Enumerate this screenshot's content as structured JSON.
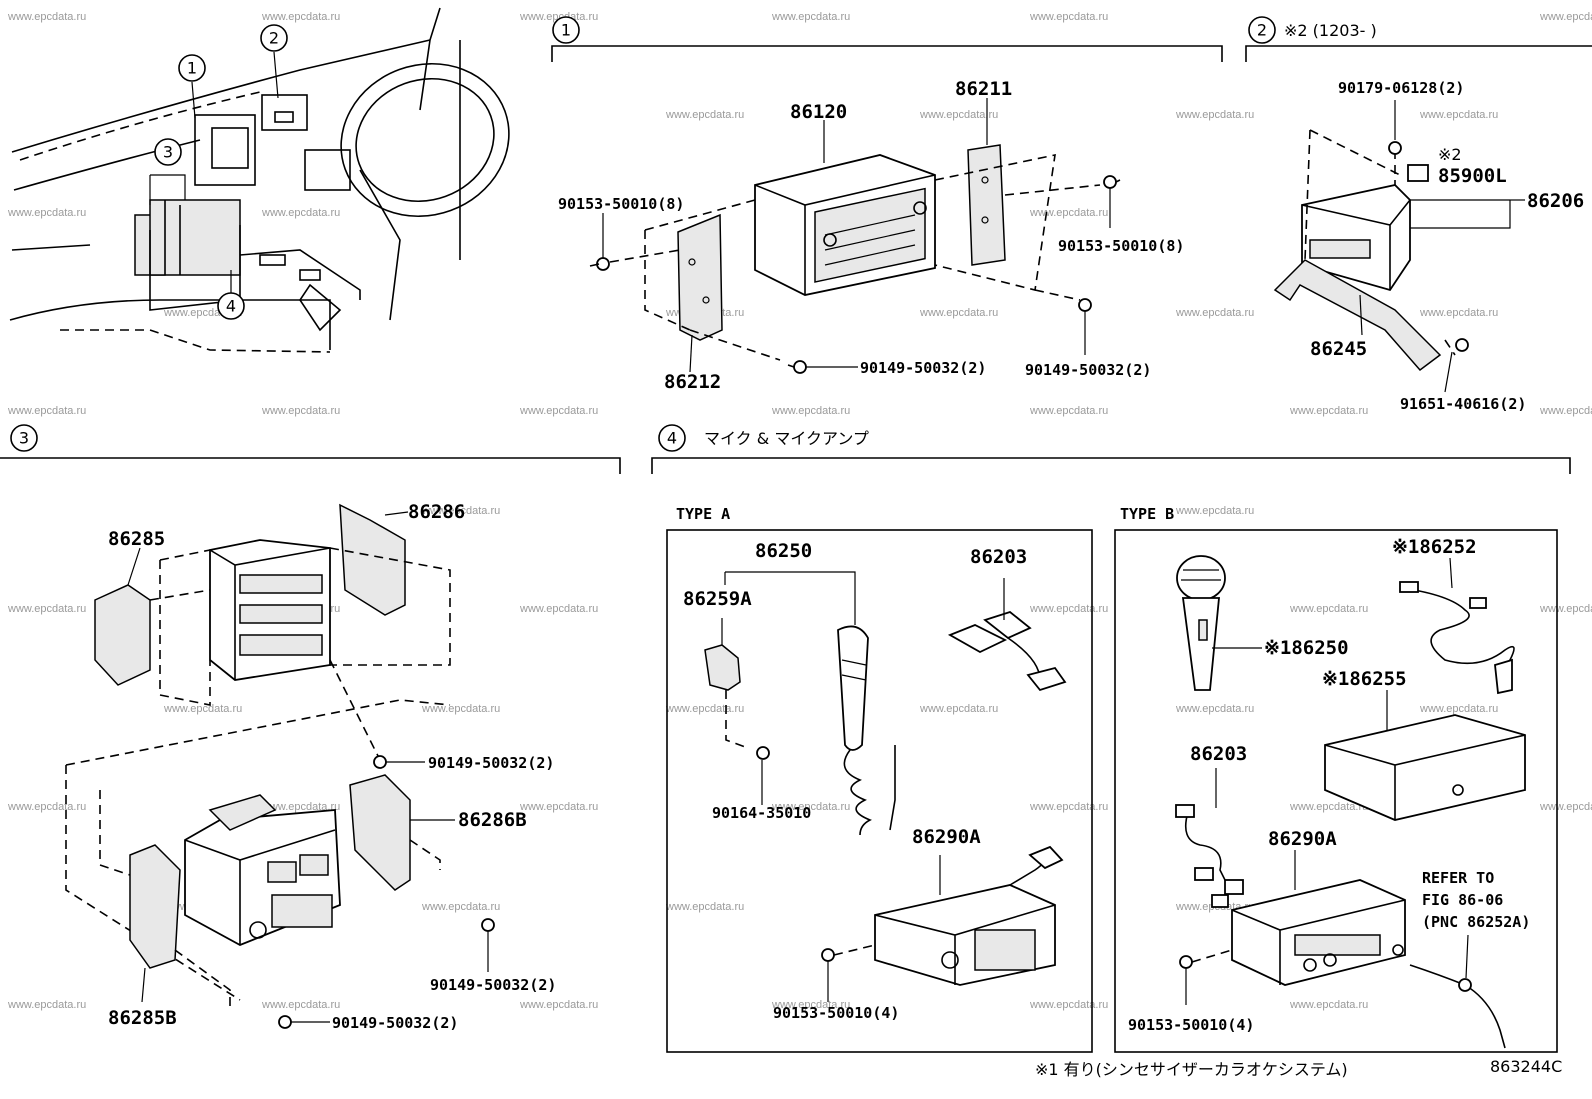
{
  "watermark": "www.epcdata.ru",
  "sections": {
    "s1": {
      "num": "1"
    },
    "s2": {
      "num": "2",
      "note": "※2 (1203-        )"
    },
    "s3": {
      "num": "3"
    },
    "s4": {
      "num": "4",
      "title": "マイク & マイクアンプ"
    }
  },
  "overview_callouts": [
    "1",
    "2",
    "3",
    "4"
  ],
  "type_a": {
    "label": "TYPE A"
  },
  "type_b": {
    "label": "TYPE B"
  },
  "parts": {
    "p86120": "86120",
    "p86211": "86211",
    "p86212": "86212",
    "p90153_a": "90153-50010(8)",
    "p90153_b": "90153-50010(8)",
    "p90149_a": "90149-50032(2)",
    "p90149_b": "90149-50032(2)",
    "p90179": "90179-06128(2)",
    "p85900_mark": "※2",
    "p85900": "85900L",
    "p86206": "86206",
    "p86245": "86245",
    "p91651": "91651-40616(2)",
    "p86286": "86286",
    "p86285": "86285",
    "p90149_c": "90149-50032(2)",
    "p86286B": "86286B",
    "p90149_d": "90149-50032(2)",
    "p90149_e": "90149-50032(2)",
    "p86285B": "86285B",
    "a86250": "86250",
    "a86259A": "86259A",
    "a86203": "86203",
    "a90164": "90164-35010",
    "a86290A": "86290A",
    "a90153": "90153-50010(4)",
    "b86252": "※186252",
    "b86250": "※186250",
    "b86255": "※186255",
    "b86203": "86203",
    "b86290A": "86290A",
    "b90153": "90153-50010(4)",
    "b_refer1": "REFER TO",
    "b_refer2": "FIG 86-06",
    "b_refer3": "(PNC 86252A)"
  },
  "footnote": "※1 有り(シンセサイザーカラオケシステム)",
  "figure_code": "863244C"
}
